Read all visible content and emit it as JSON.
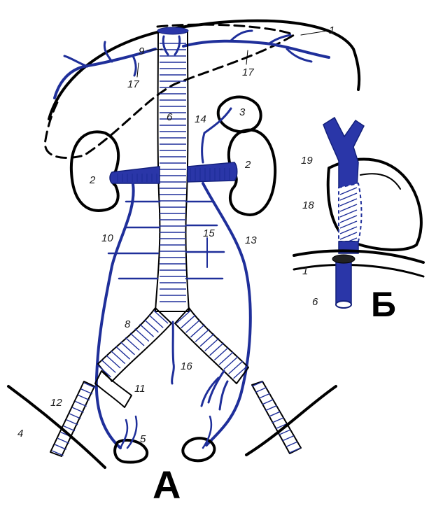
{
  "panels": {
    "main_label": "А",
    "inset_label": "Б"
  },
  "labels": {
    "l1": "1",
    "l1b": "1",
    "l2_left": "2",
    "l2_right": "2",
    "l3": "3",
    "l4": "4",
    "l5": "5",
    "l6": "6",
    "l6b": "6",
    "l8": "8",
    "l9": "9",
    "l10": "10",
    "l11": "11",
    "l12": "12",
    "l13": "13",
    "l14": "14",
    "l15": "15",
    "l16": "16",
    "l17_left": "17",
    "l17_right": "17",
    "l18": "18",
    "l19": "19"
  },
  "colors": {
    "vein": "#1f2f9a",
    "vein_fill": "#2a36a8",
    "outline": "#000000",
    "background": "#ffffff"
  }
}
